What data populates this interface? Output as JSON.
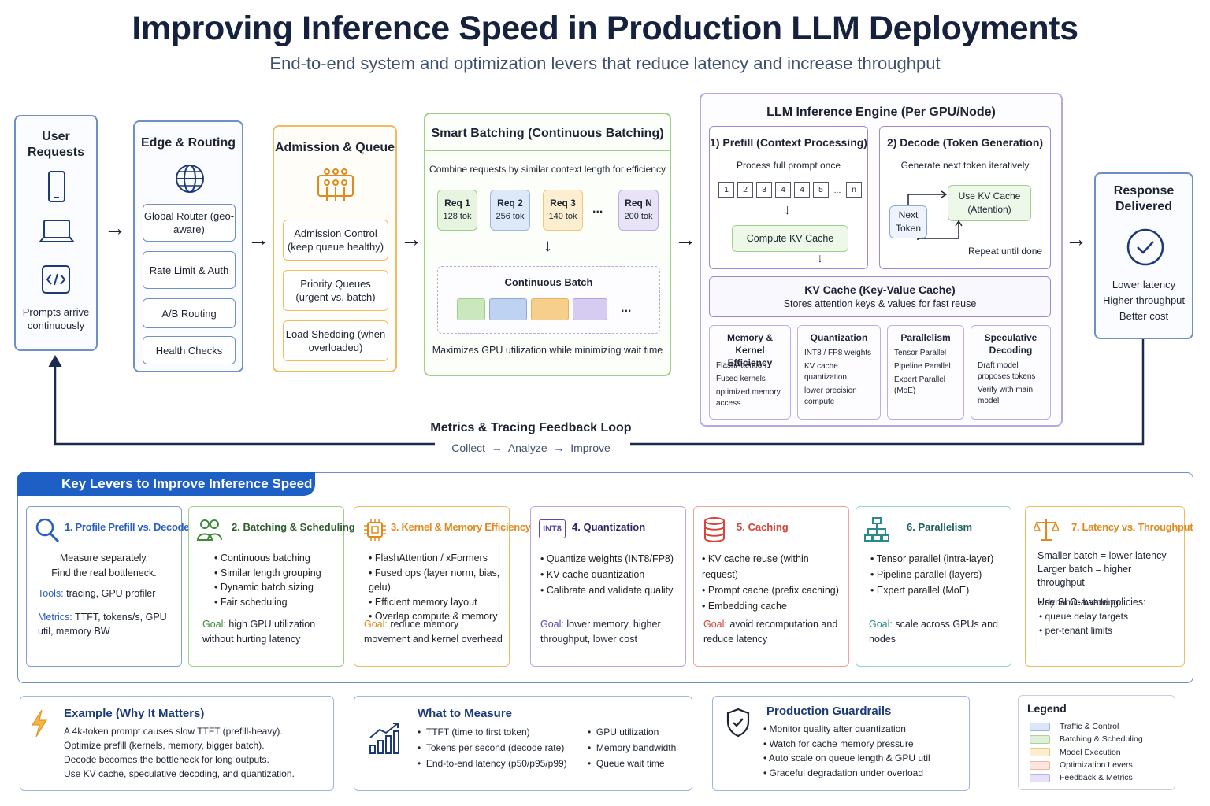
{
  "header": {
    "title": "Improving Inference Speed in Production LLM Deployments",
    "subtitle": "End-to-end system and optimization levers that reduce latency and increase throughput"
  },
  "user": {
    "title": "User Requests",
    "caption": "Prompts arrive continuously"
  },
  "edge": {
    "title": "Edge & Routing",
    "items": [
      "Global Router (geo-aware)",
      "Rate Limit & Auth",
      "A/B Routing",
      "Health Checks"
    ]
  },
  "admission": {
    "title": "Admission & Queue",
    "items": [
      "Admission Control (keep queue healthy)",
      "Priority Queues (urgent vs. batch)",
      "Load Shedding (when overloaded)"
    ]
  },
  "batching": {
    "title": "Smart Batching (Continuous Batching)",
    "desc": "Combine requests by similar context length for efficiency",
    "requests": [
      {
        "name": "Req 1",
        "tok": "128 tok"
      },
      {
        "name": "Req 2",
        "tok": "256 tok"
      },
      {
        "name": "Req 3",
        "tok": "140 tok"
      },
      {
        "name": "Req N",
        "tok": "200 tok"
      }
    ],
    "ellipsis": "...",
    "batch_title": "Continuous Batch",
    "footer": "Maximizes GPU utilization while minimizing wait time"
  },
  "engine": {
    "title": "LLM Inference Engine (Per GPU/Node)",
    "prefill": {
      "title": "1) Prefill (Context Processing)",
      "desc": "Process full prompt once",
      "tokens": [
        "1",
        "2",
        "3",
        "4",
        "4",
        "5",
        "...",
        "n"
      ],
      "compute": "Compute KV Cache"
    },
    "decode": {
      "title": "2) Decode (Token Generation)",
      "desc": "Generate next token iteratively",
      "next": "Next Token",
      "use": "Use KV Cache (Attention)",
      "repeat": "Repeat until done"
    },
    "kv": {
      "title": "KV Cache (Key-Value Cache)",
      "desc": "Stores attention keys & values for fast reuse"
    },
    "subs": [
      {
        "title": "Memory & Kernel Efficiency",
        "items": [
          "FlashAttention",
          "Fused kernels",
          "optimized memory access"
        ]
      },
      {
        "title": "Quantization",
        "items": [
          "INT8 / FP8 weights",
          "KV cache quantization",
          "lower precision compute"
        ]
      },
      {
        "title": "Parallelism",
        "items": [
          "Tensor Parallel",
          "Pipeline Parallel",
          "Expert Parallel (MoE)"
        ]
      },
      {
        "title": "Speculative Decoding",
        "items": [
          "Draft model proposes tokens",
          "Verify with main model"
        ]
      }
    ]
  },
  "response": {
    "title": "Response Delivered",
    "lines": [
      "Lower latency",
      "Higher throughput",
      "Better cost"
    ]
  },
  "feedback": {
    "title": "Metrics & Tracing Feedback Loop",
    "steps": [
      "Collect",
      "Analyze",
      "Improve"
    ]
  },
  "levers": {
    "title": "Key Levers to Improve Inference Speed",
    "cards": [
      {
        "title": "1. Profile Prefill vs. Decode",
        "color": "#2b5fc2",
        "icon": "magnifier-icon",
        "lines": [
          "Measure separately.",
          "Find the real bottleneck."
        ],
        "tools_label": "Tools:",
        "tools": "tracing, GPU profiler",
        "metrics_label": "Metrics:",
        "metrics": "TTFT, tokens/s, GPU util, memory BW"
      },
      {
        "title": "2. Batching & Scheduling",
        "color": "#3f8a3a",
        "icon": "users-icon",
        "items": [
          "Continuous batching",
          "Similar length grouping",
          "Dynamic batch sizing",
          "Fair scheduling"
        ],
        "goal_label": "Goal:",
        "goal": "high GPU utilization without hurting latency"
      },
      {
        "title": "3. Kernel & Memory Efficiency",
        "color": "#e08a1e",
        "icon": "chip-icon",
        "items": [
          "FlashAttention / xFormers",
          "Fused ops (layer norm, bias, gelu)",
          "Efficient memory layout",
          "Overlap compute & memory"
        ],
        "goal_label": "Goal:",
        "goal": "reduce memory movement and kernel overhead"
      },
      {
        "title": "4. Quantization",
        "color": "#5a4aa8",
        "icon": "int8-icon",
        "icon_text": "INT8",
        "items": [
          "Quantize weights (INT8/FP8)",
          "KV cache quantization",
          "Calibrate and validate quality"
        ],
        "goal_label": "Goal:",
        "goal": "lower memory, higher throughput, lower cost"
      },
      {
        "title": "5. Caching",
        "color": "#d8443a",
        "icon": "database-icon",
        "items": [
          "KV cache reuse (within request)",
          "Prompt cache (prefix caching)",
          "Embedding cache"
        ],
        "goal_label": "Goal:",
        "goal": "avoid recomputation and reduce latency"
      },
      {
        "title": "6. Parallelism",
        "color": "#2a8c8a",
        "icon": "hierarchy-icon",
        "items": [
          "Tensor parallel (intra-layer)",
          "Pipeline parallel (layers)",
          "Expert parallel (MoE)"
        ],
        "goal_label": "Goal:",
        "goal": "scale across GPUs and nodes"
      },
      {
        "title": "7. Latency vs. Throughput",
        "color": "#e08a1e",
        "icon": "balance-icon",
        "lines": [
          "Smaller batch = lower latency",
          "Larger batch = higher throughput"
        ],
        "policy": "Use SLO-aware policies:",
        "items": [
          "dynamic batching",
          "queue delay targets",
          "per-tenant limits"
        ]
      }
    ]
  },
  "example": {
    "title": "Example (Why It Matters)",
    "lines": [
      "A 4k-token prompt causes slow TTFT (prefill-heavy).",
      "Optimize prefill (kernels, memory, bigger batch).",
      "Decode becomes the bottleneck for long outputs.",
      "Use KV cache, speculative decoding, and quantization."
    ]
  },
  "measure": {
    "title": "What to Measure",
    "col1": [
      "TTFT (time to first token)",
      "Tokens per second (decode rate)",
      "End-to-end latency (p50/p95/p99)"
    ],
    "col2": [
      "GPU utilization",
      "Memory bandwidth",
      "Queue wait time"
    ]
  },
  "guardrails": {
    "title": "Production Guardrails",
    "items": [
      "Monitor quality after quantization",
      "Watch for cache memory pressure",
      "Auto scale on queue length & GPU util",
      "Graceful degradation under overload"
    ]
  },
  "legend": {
    "title": "Legend",
    "items": [
      {
        "label": "Traffic & Control",
        "color": "#dbe6f8",
        "border": "#9fb6e0"
      },
      {
        "label": "Batching & Scheduling",
        "color": "#def0d6",
        "border": "#a9d49a"
      },
      {
        "label": "Model Execution",
        "color": "#fdeecf",
        "border": "#f0c77c"
      },
      {
        "label": "Optimization Levers",
        "color": "#fbe5dc",
        "border": "#eeb9a4"
      },
      {
        "label": "Feedback & Metrics",
        "color": "#e6e1f6",
        "border": "#bbb0e2"
      }
    ]
  }
}
